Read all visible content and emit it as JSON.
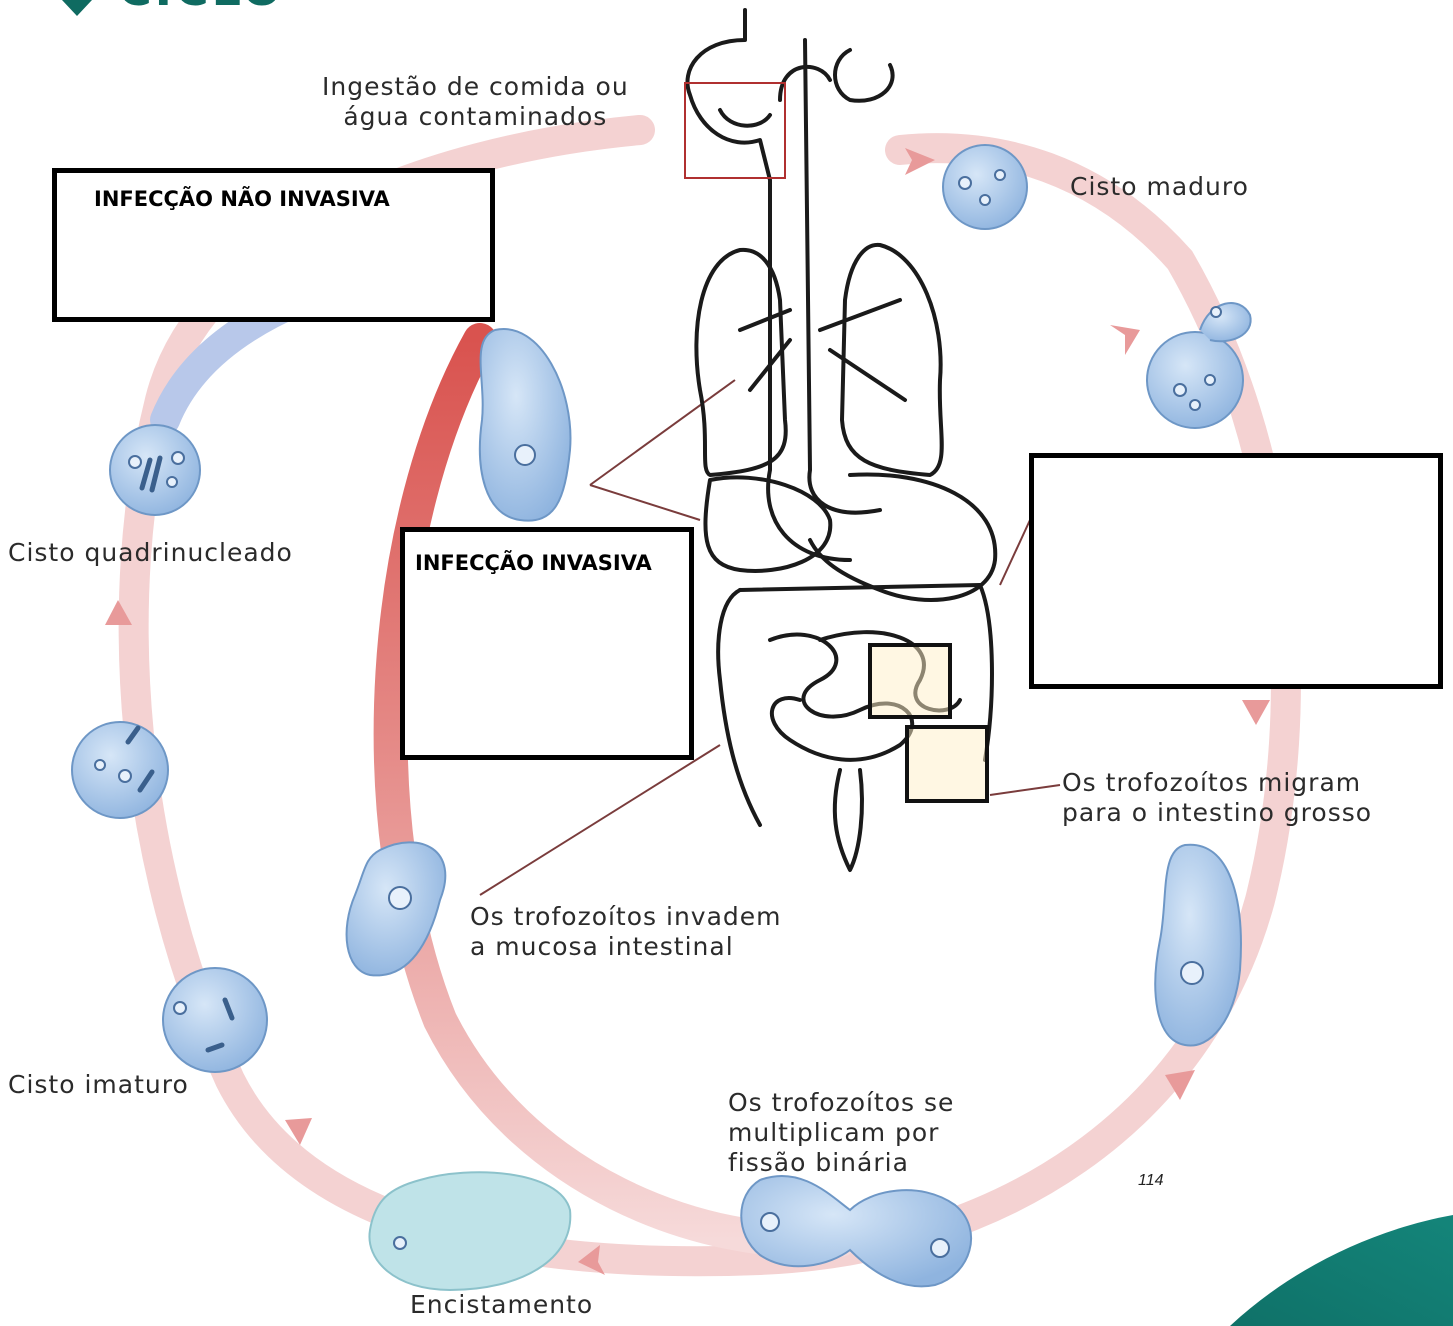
{
  "header": {
    "word": "CICLO",
    "accent_color": "#0f6b61"
  },
  "labels": {
    "ingestion": "Ingestão de comida ou\nágua contaminados",
    "mature_cyst": "Cisto maduro",
    "quadrinucleate_cyst": "Cisto quadrinucleado",
    "trophozoites_migrate": "Os trofozoítos migram\npara o intestino grosso",
    "trophozoites_invade": "Os trofozoítos invadem\na mucosa intestinal",
    "immature_cyst": "Cisto imaturo",
    "binary_fission": "Os trofozoítos se\nmultiplicam por\nfissão binária",
    "encystment": "Encistamento"
  },
  "boxes": {
    "noninvasive_title": "INFECÇÃO NÃO INVASIVA",
    "invasive_title": "INFECÇÃO INVASIVA",
    "right_box_text": ""
  },
  "page_number": "114",
  "colors": {
    "cycle_arrow": "#f2c9c9",
    "invasive_arrow": "#d9534f",
    "cell_fill": "#a9c8ea",
    "cell_stroke": "#6e97c6",
    "box_border": "#000000"
  }
}
